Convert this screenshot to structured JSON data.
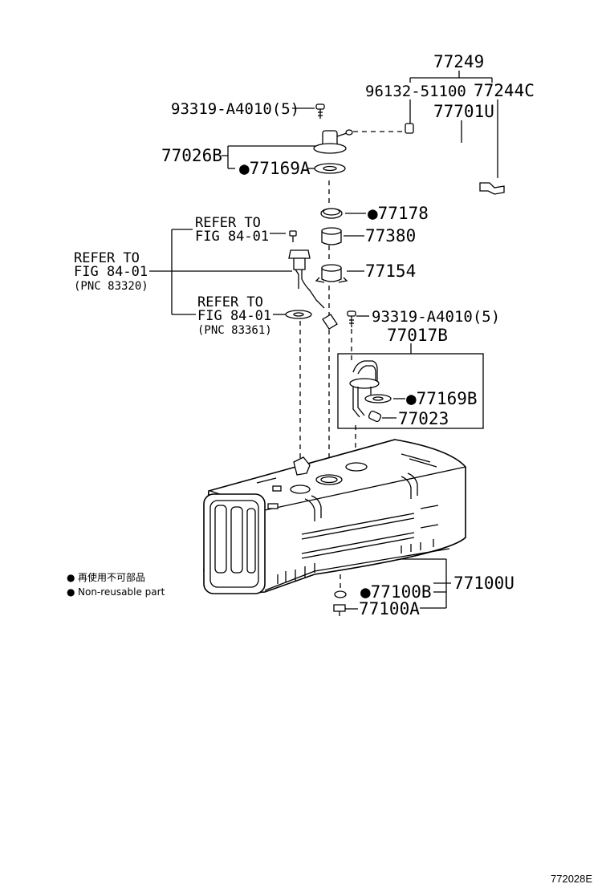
{
  "labels": {
    "p77249": "77249",
    "p96132": "96132-51100",
    "p77244c": "77244C",
    "p77701u": "77701U",
    "p93319_top": "93319-A4010(5)",
    "p77026b": "77026B",
    "p77169a": "77169A",
    "p77178": "77178",
    "p77380": "77380",
    "p77154": "77154",
    "p93319_mid": "93319-A4010(5)",
    "p77017b": "77017B",
    "p77169b": "77169B",
    "p77023": "77023",
    "p77100u": "77100U",
    "p77100b": "77100B",
    "p77100a": "77100A"
  },
  "refs": {
    "ref1_line1": "REFER TO",
    "ref1_line2": "FIG 84-01",
    "ref2_line1": "REFER TO",
    "ref2_line2": "FIG 84-01",
    "ref2_line3": "(PNC 83320)",
    "ref3_line1": "REFER TO",
    "ref3_line2": "FIG 84-01",
    "ref3_line3": "(PNC 83361)"
  },
  "legend": {
    "symbol": "●",
    "line_cn": "再使用不可部品",
    "line_en": "Non-reusable part"
  },
  "marker": "●",
  "footer": {
    "code": "772028E"
  }
}
